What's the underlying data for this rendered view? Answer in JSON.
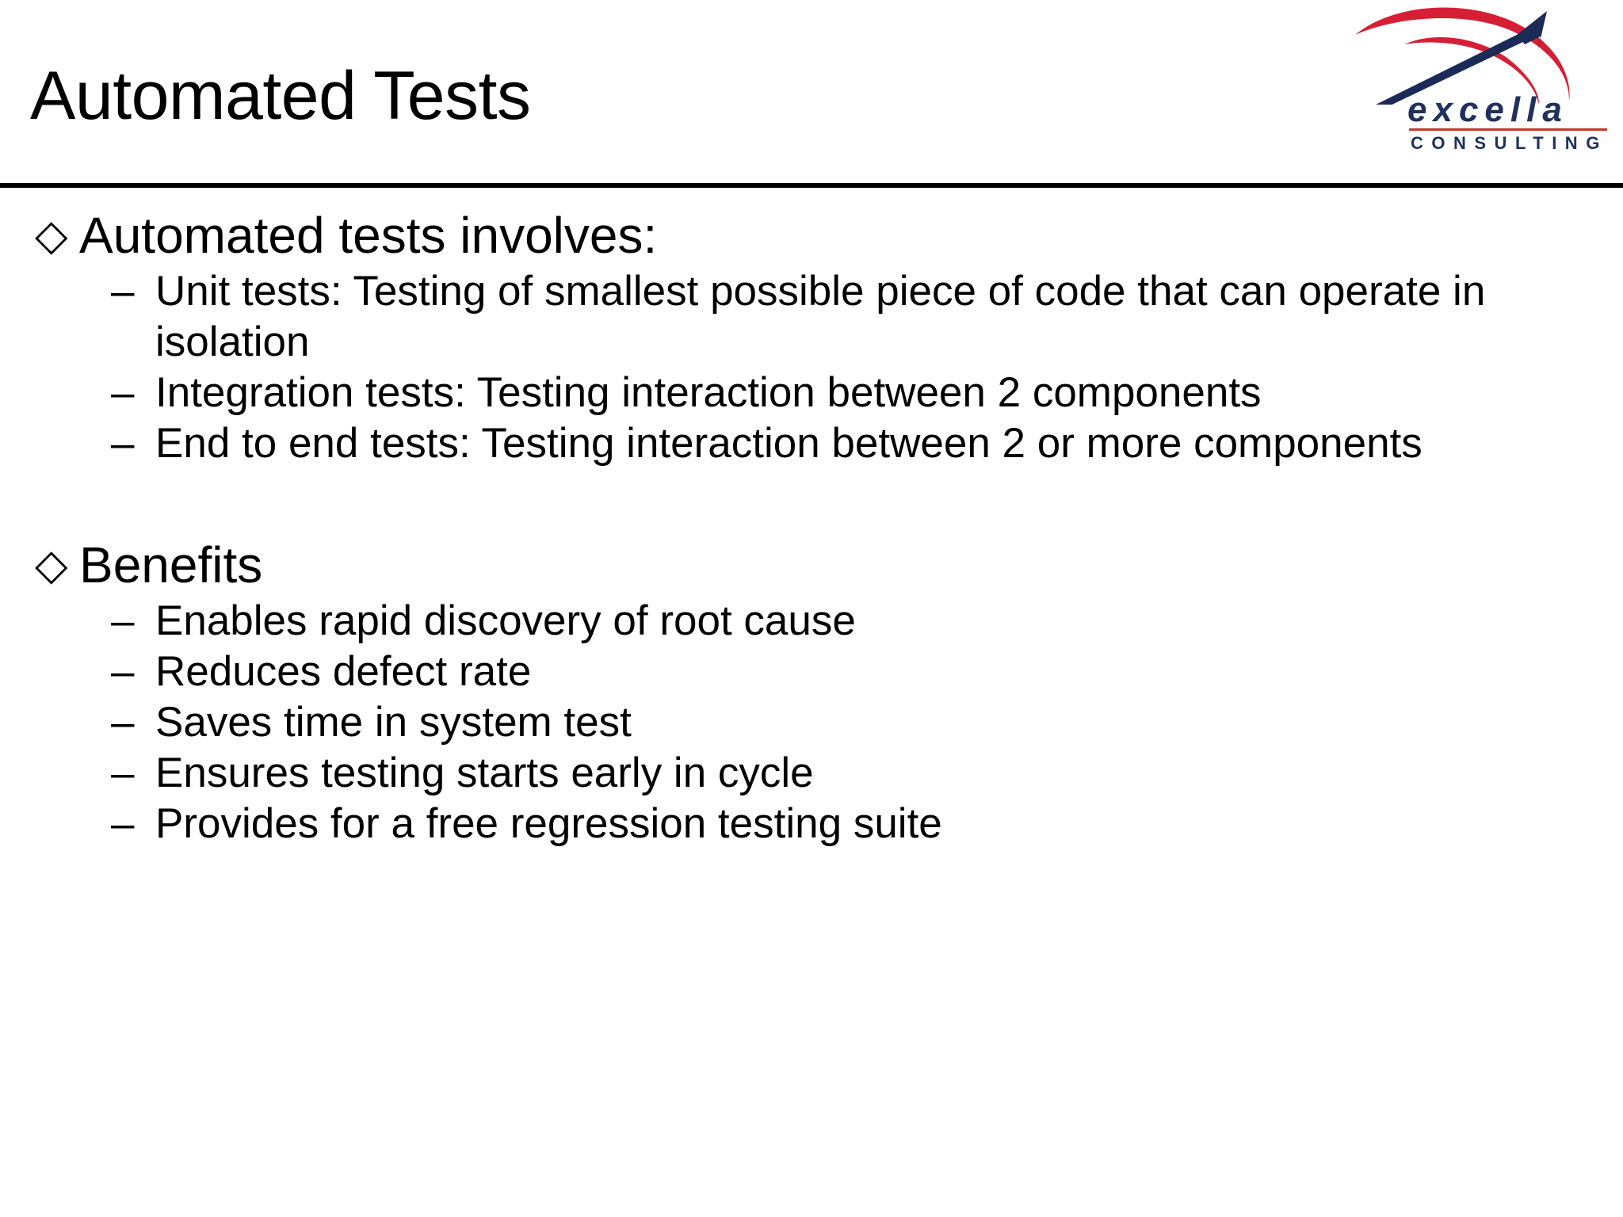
{
  "slide": {
    "title": "Automated Tests",
    "background_color": "#ffffff",
    "rule_color": "#000000",
    "text_color": "#000000"
  },
  "logo": {
    "wordmark": "excella",
    "subtitle": "CONSULTING",
    "swoosh_color": "#d61f35",
    "arrow_color": "#1b2a56",
    "wordmark_color": "#20315e",
    "rule_color": "#c0392b"
  },
  "content": {
    "groups": [
      {
        "heading": "Automated tests involves:",
        "bullet_glyph": "◇",
        "sub_bullet_glyph": "–",
        "items": [
          "Unit tests: Testing of smallest possible piece of code that can operate in isolation",
          "Integration tests: Testing interaction between 2 components",
          "End to end tests: Testing interaction between 2 or more components"
        ]
      },
      {
        "heading": "Benefits",
        "bullet_glyph": "◇",
        "sub_bullet_glyph": "–",
        "items": [
          "Enables rapid discovery of root cause",
          "Reduces defect rate",
          "Saves time in system test",
          "Ensures testing starts early in cycle",
          "Provides for a free regression testing suite"
        ]
      }
    ]
  }
}
